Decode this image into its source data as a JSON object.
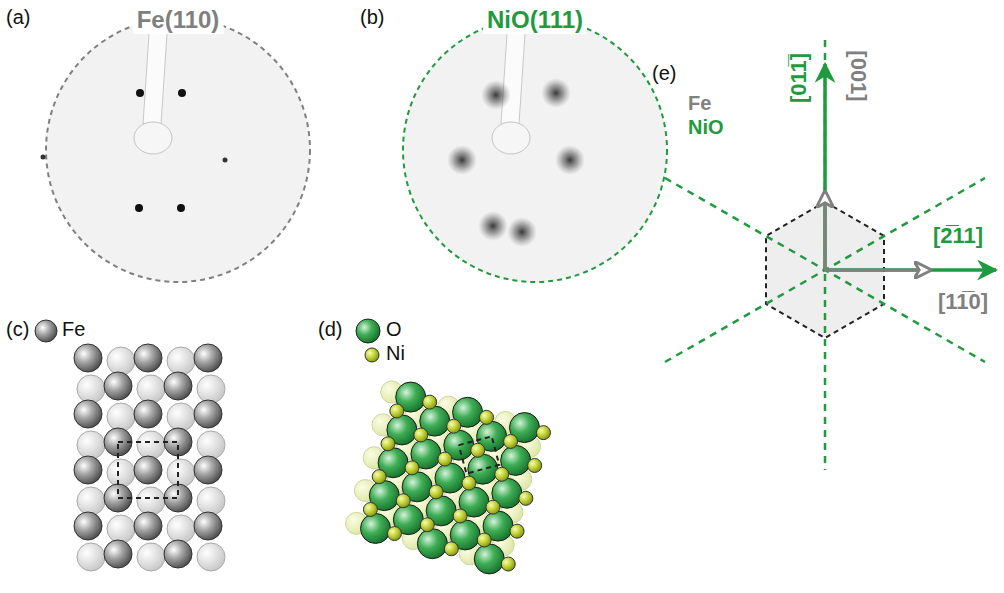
{
  "diagram": {
    "labels": [
      "(a)",
      "Fe(110)",
      "(b)",
      "NiO(111)",
      "(c)",
      "(d)",
      "(e)",
      "Fe",
      "NiO",
      "[011̅]",
      "[001]",
      "[2̅11]",
      "[11̅0]"
    ],
    "legend": [
      {
        "text": "Fe"
      },
      {
        "text": "O"
      },
      {
        "text": "Ni"
      }
    ]
  }
}
